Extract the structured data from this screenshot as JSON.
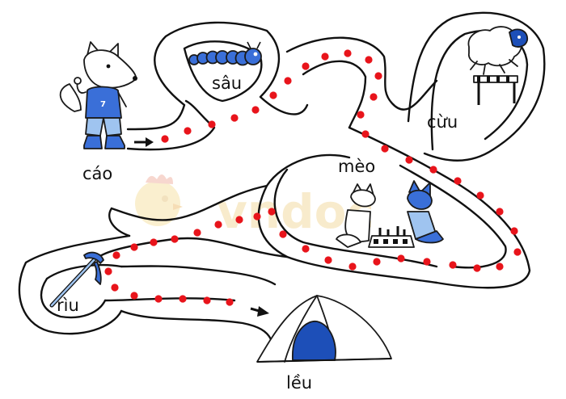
{
  "labels": {
    "fox": "cáo",
    "caterpillar": "sâu",
    "sheep": "cừu",
    "cat": "mèo",
    "pickaxe": "rìu",
    "tent": "lều"
  },
  "fox_shirt_number": "7",
  "watermark": "vndoc",
  "colors": {
    "dot": "#e8141b",
    "line": "#111111",
    "blue": "#3a6fd8",
    "light_blue": "#9fc4f0",
    "dark_blue": "#1d4fb8",
    "watermark": "#f4dca4"
  },
  "icons": [
    "fox-icon",
    "caterpillar-icon",
    "sheep-icon",
    "hurdle-icon",
    "cats-playing-chess-icon",
    "pickaxe-icon",
    "tent-icon",
    "arrow-right-icon",
    "rooster-logo-icon"
  ]
}
